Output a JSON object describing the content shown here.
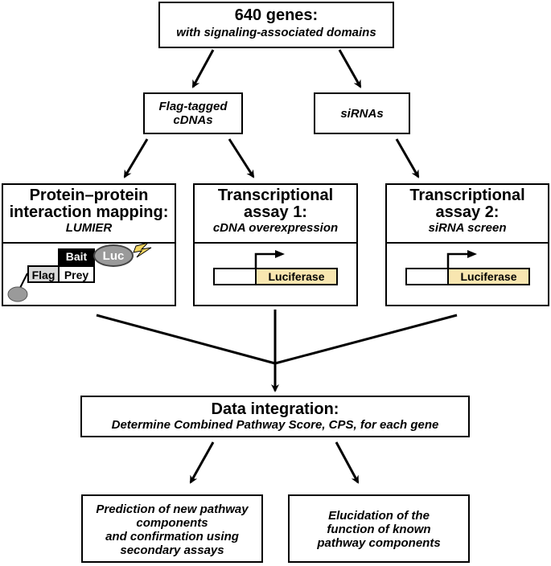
{
  "top_box": {
    "title": "640 genes:",
    "subtitle": "with signaling-associated domains"
  },
  "flag_box": {
    "line1": "Flag-tagged",
    "line2": "cDNAs"
  },
  "sirna_box": {
    "label": "siRNAs"
  },
  "ppi_box": {
    "title_line1": "Protein–protein",
    "title_line2": "interaction mapping:",
    "subtitle": "LUMIER",
    "bait": "Bait",
    "luc": "Luc",
    "flag": "Flag",
    "prey": "Prey"
  },
  "assay1_box": {
    "title_line1": "Transcriptional",
    "title_line2": "assay 1:",
    "subtitle": "cDNA overexpression",
    "reporter": "Luciferase"
  },
  "assay2_box": {
    "title_line1": "Transcriptional",
    "title_line2": "assay 2:",
    "subtitle": "siRNA screen",
    "reporter": "Luciferase"
  },
  "integration_box": {
    "title": "Data integration:",
    "subtitle": "Determine Combined Pathway Score, CPS, for each gene"
  },
  "prediction_box": {
    "line1": "Prediction of new pathway",
    "line2": "components",
    "line3": "and confirmation using",
    "line4": "secondary assays"
  },
  "elucidation_box": {
    "line1": "Elucidation of the",
    "line2": "function of known",
    "line3": "pathway components"
  },
  "colors": {
    "luciferase_fill": "#f8e6b0",
    "gray_fill": "#9a9a9a",
    "flag_fill": "#d8d8d8",
    "bolt_fill": "#f2d560"
  }
}
